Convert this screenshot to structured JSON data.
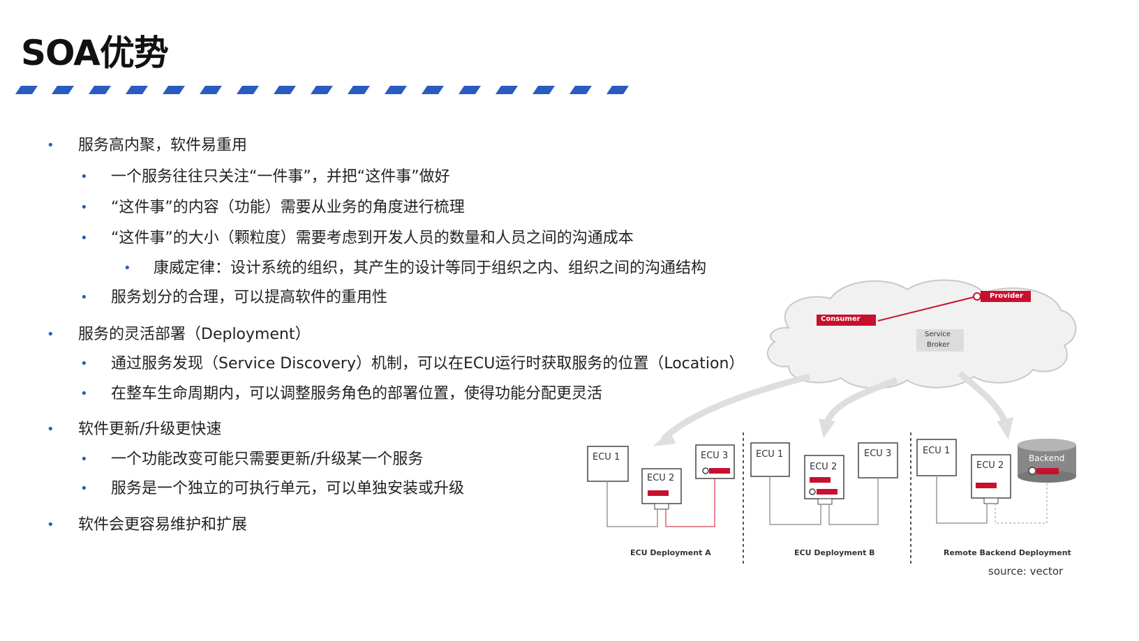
{
  "title": "SOA优势",
  "bullets": [
    "服务高内聚，软件易重用",
    "一个服务往往只关注“一件事”，并把“这件事”做好",
    "“这件事”的内容（功能）需要从业务的角度进行梳理",
    "“这件事”的大小（颗粒度）需要考虑到开发人员的数量和人员之间的沟通成本",
    "康威定律：设计系统的组织，其产生的设计等同于组织之内、组织之间的沟通结构",
    "服务划分的合理，可以提高软件的重用性",
    "服务的灵活部署（Deployment）",
    "通过服务发现（Service Discovery）机制，可以在ECU运行时获取服务的位置（Location）",
    "在整车生命周期内，可以调整服务角色的部署位置，使得功能分配更灵活",
    "软件更新/升级更快速",
    "一个功能改变可能只需要更新/升级某一个服务",
    "服务是一个独立的可执行单元，可以单独安装或升级",
    "软件会更容易维护和扩展"
  ],
  "diagram": {
    "consumer": "Consumer",
    "provider": "Provider",
    "broker_line1": "Service",
    "broker_line2": "Broker",
    "ecu1": "ECU 1",
    "ecu2": "ECU 2",
    "ecu3": "ECU 3",
    "backend": "Backend",
    "caption_a": "ECU Deployment A",
    "caption_b": "ECU Deployment B",
    "caption_c": "Remote Backend Deployment",
    "source": "source: vector"
  },
  "colors": {
    "accent": "#2a5bbf",
    "red": "#c8102e"
  }
}
